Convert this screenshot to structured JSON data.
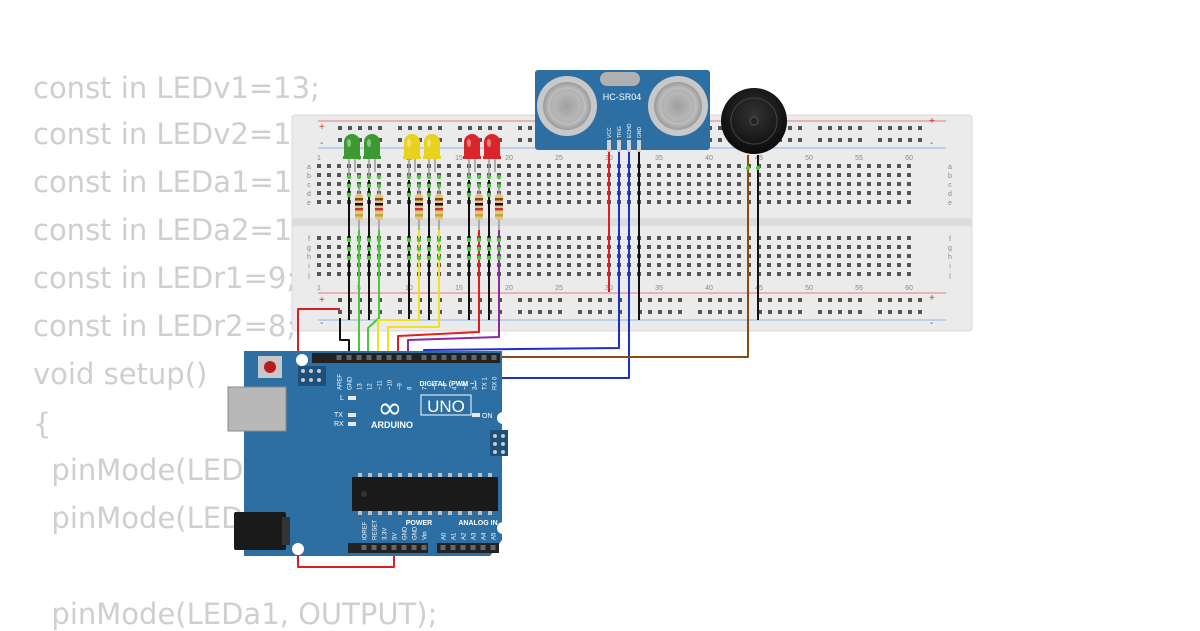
{
  "code_lines": [
    "const in LEDv1=13;",
    "const in LEDv2=12;",
    "const in LEDa1=11;",
    "const in LEDa2=10;",
    "const in LEDr1=9;",
    "const in LEDr2=8;",
    "void setup()",
    "{",
    "  pinMode(LEDv1, OUTPUT);",
    "  pinMode(LEDv2, OUTPUT);",
    "",
    "  pinMode(LEDa1, OUTPUT);"
  ],
  "breadboard": {
    "rail_plus": "+",
    "rail_minus": "-",
    "column_numbers": [
      "1",
      "5",
      "10",
      "15",
      "20",
      "25",
      "30",
      "35",
      "40",
      "45",
      "50",
      "55",
      "60"
    ],
    "row_letters_top": [
      "a",
      "b",
      "c",
      "d",
      "e"
    ],
    "row_letters_bottom": [
      "f",
      "g",
      "h",
      "i",
      "j"
    ]
  },
  "sensor": {
    "model": "HC-SR04",
    "pins": [
      "VCC",
      "TRIG",
      "ECHO",
      "GND"
    ]
  },
  "arduino": {
    "model": "UNO",
    "brand": "ARDUINO",
    "logo": "∞",
    "digital_label": "DIGITAL (PWM ~)",
    "power_label": "POWER",
    "analog_label": "ANALOG IN",
    "on_label": "ON",
    "led_l": "L",
    "led_tx": "TX",
    "led_rx": "RX",
    "header_top_labels": [
      "AREF",
      "GND",
      "13",
      "12",
      "~11",
      "~10",
      "~9",
      "8",
      "7",
      "~6",
      "~5",
      "4",
      "~3",
      "2",
      "TX 1",
      "RX 0"
    ],
    "header_power_labels": [
      "IOREF",
      "RESET",
      "3.3V",
      "5V",
      "GND",
      "GND",
      "Vin"
    ],
    "header_analog_labels": [
      "A0",
      "A1",
      "A2",
      "A3",
      "A4",
      "A5"
    ]
  },
  "leds": [
    {
      "color": "green"
    },
    {
      "color": "green"
    },
    {
      "color": "yellow"
    },
    {
      "color": "yellow"
    },
    {
      "color": "red"
    },
    {
      "color": "red"
    }
  ],
  "colors": {
    "background": "#ffffff",
    "code_text": "#cfcfcf",
    "board_blue": "#2d6fa3",
    "breadboard": "#ebebeb",
    "led_green": "#3d9a32",
    "led_yellow": "#e8d21e",
    "led_red": "#d8262a",
    "wire_red": "#e01e1e",
    "wire_black": "#111111",
    "wire_green": "#4bc93a",
    "wire_yellow": "#f0e020",
    "wire_purple": "#8a2a9e",
    "wire_blue": "#1c2fd0",
    "wire_brown": "#8b4a12"
  }
}
